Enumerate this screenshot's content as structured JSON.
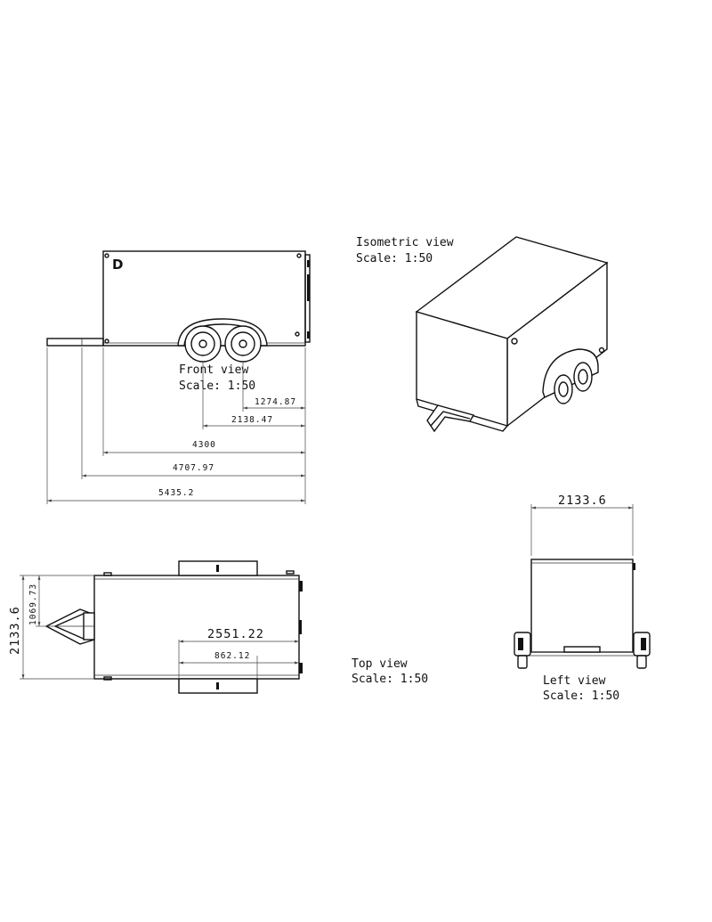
{
  "views": {
    "front": {
      "title": "Front view",
      "scale": "Scale:  1:50",
      "mark": "D"
    },
    "isometric": {
      "title": "Isometric view",
      "scale": "Scale:  1:50"
    },
    "top": {
      "title": "Top view",
      "scale": "Scale:  1:50"
    },
    "left": {
      "title": "Left view",
      "scale": "Scale:  1:50"
    }
  },
  "dimensions": {
    "front": [
      "1274.87",
      "2138.47",
      "4300",
      "4707.97",
      "5435.2"
    ],
    "top_height": "2133.6",
    "top_half": "1069.73",
    "top_width": "2551.22",
    "top_inner": "862.12",
    "left_width": "2133.6"
  }
}
